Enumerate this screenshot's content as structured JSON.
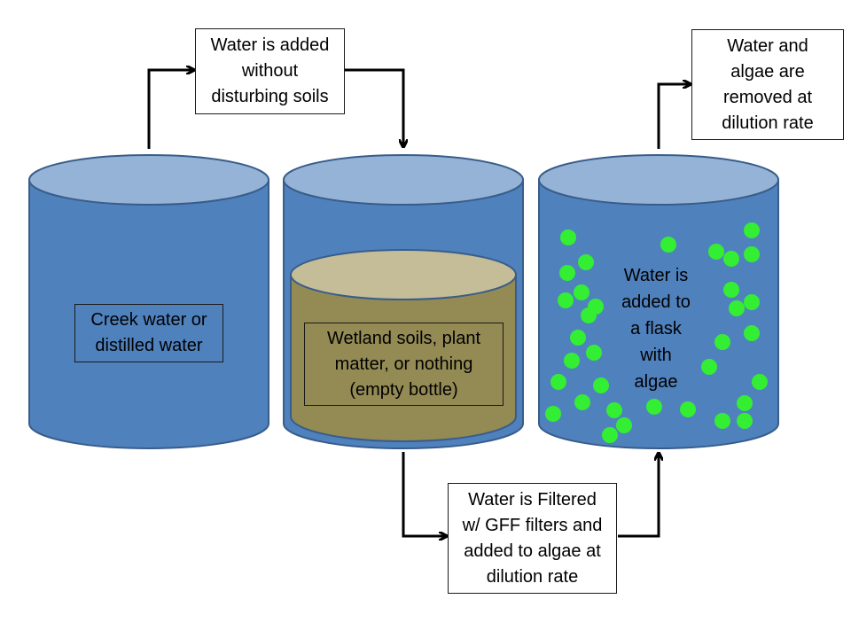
{
  "colors": {
    "cylinder_body": "#4f81bd",
    "cylinder_top": "#95b3d7",
    "cylinder_edge": "#385d8a",
    "soil_body": "#948a54",
    "soil_top": "#c4bd97",
    "algae": "#33ee33",
    "arrow": "#000000"
  },
  "labels": {
    "step_add_water": [
      "Water is added",
      "without",
      "disturbing soils"
    ],
    "step_remove": [
      "Water and",
      "algae are",
      "removed at",
      "dilution rate"
    ],
    "source_water": [
      "Creek water or",
      "distilled water"
    ],
    "soil_contents": [
      "Wetland soils, plant",
      "matter, or nothing",
      "(empty bottle)"
    ],
    "algae_flask": [
      "Water is",
      "added to",
      "a flask",
      "with",
      "algae"
    ],
    "step_filter": [
      "Water is Filtered",
      "w/ GFF filters and",
      "added to algae at",
      "dilution rate"
    ]
  }
}
